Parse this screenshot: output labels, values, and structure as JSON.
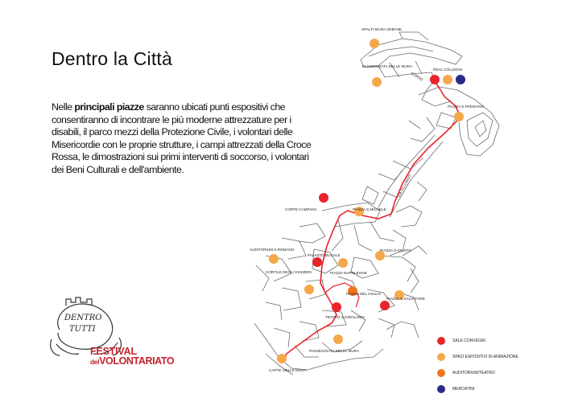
{
  "page": {
    "title": "Dentro la Città",
    "description": {
      "pre": "Nelle ",
      "bold": "principali piazze",
      "post": " saranno ubicati punti espositivi che consentiranno di incontrare le più moderne attrezzature per i disabili, il parco mezzi della Protezione Civile, i volontari delle Misericordie con le proprie strutture, i campi attrezzati della Croce Rossa, le dimostrazioni sui primi interventi di soccorso, i volontari dei Beni Culturali e dell'ambiente."
    }
  },
  "colors": {
    "sale_convegni": "#e8242b",
    "spazi_espositivi": "#f5a84a",
    "auditorium": "#f0761f",
    "mercatini": "#2b2a8c",
    "route": "#e8242b",
    "streets": "#6a6a6a"
  },
  "map": {
    "labels": {
      "spalti": "SPALTI MURA URBANE",
      "passeggiata_top": "PASSEGGIATA DELLE MURA",
      "corso": "CORSO",
      "real_collegio": "REAL COLLEGIO",
      "piazza_frediano": "PIAZZA S.FREDIANO",
      "via_fillungo": "VIA FILLUNGO",
      "corte_campana": "CORTE CAMPANA",
      "piazza_michele": "PIAZZA S.MICHELE",
      "auditorium_romano": "AUDITORIUM S.ROMANO",
      "palazzo_ducale": "PALAZZO DUCALE",
      "piazza_giusto": "PIAZZA S.GIUSTO",
      "cortile_svizzeri": "CORTILE DEGLI SVIZZERI",
      "piazza_napoleone": "PIAZZA NAPOLEONE",
      "piazza_giglio": "PIAZZA DEL GIGLIO",
      "piazza_salvatore": "PIAZZA S.SALVATORE",
      "teatro_girolamo": "TEATRO S.GIROLAMO",
      "passeggiata_bottom": "PASSEGGIATA DELLE MURA",
      "caffe_mura": "CAFFE' DELLE MURA"
    }
  },
  "legend": [
    {
      "label": "SALE CONVEGNI",
      "color": "#e8242b"
    },
    {
      "label": "SPAZI ESPOSITIVI DI ANIMAZIONE",
      "color": "#f5a84a"
    },
    {
      "label": "AUDITORIUM/TEATRO",
      "color": "#f0761f"
    },
    {
      "label": "MERCATINI",
      "color": "#2b2a8c"
    }
  ],
  "logo": {
    "script_line1": "DENTRO",
    "script_line2": "TUTTI",
    "festival_line1": "FESTIVAL",
    "festival_del": "del",
    "festival_line2": "VOLONTARIATO"
  }
}
